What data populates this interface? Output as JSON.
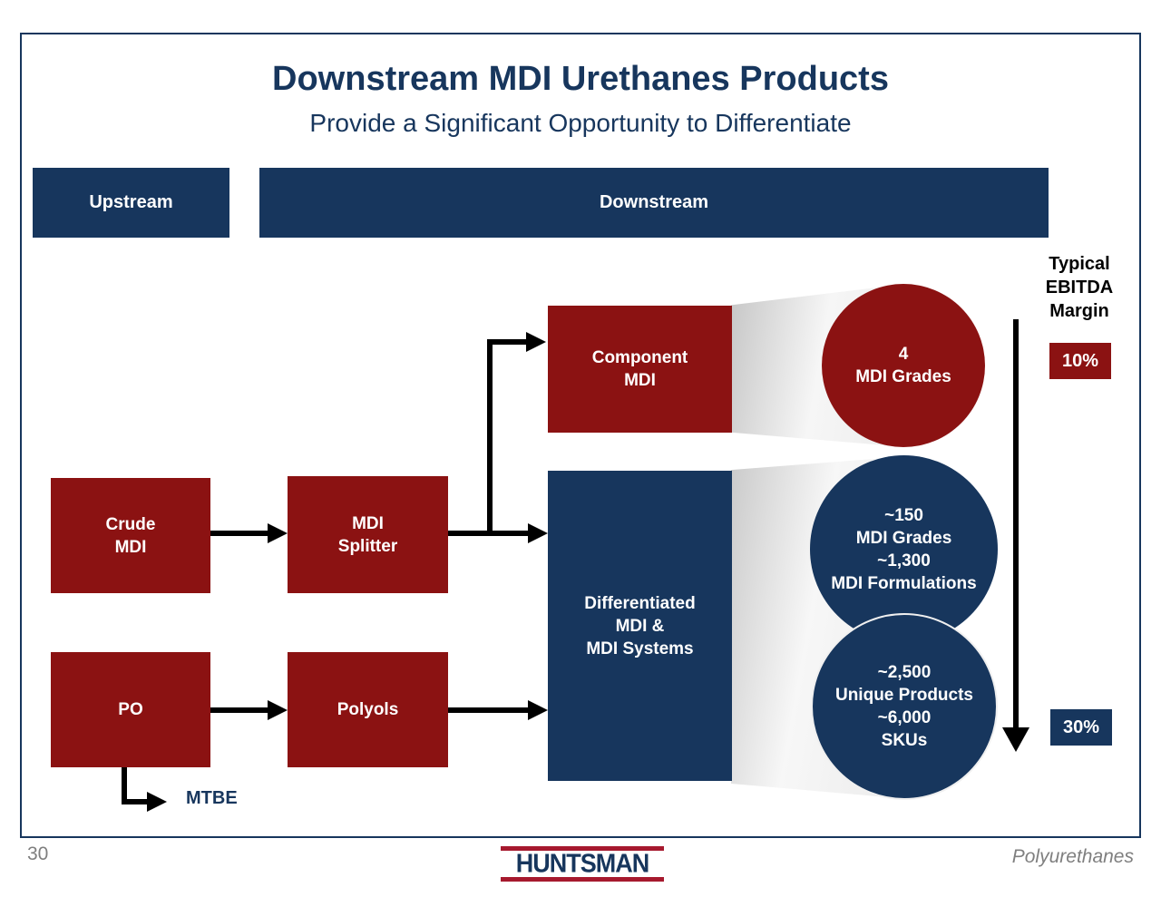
{
  "slide": {
    "title": "Downstream MDI Urethanes Products",
    "subtitle": "Provide a Significant Opportunity to Differentiate"
  },
  "bars": {
    "upstream": "Upstream",
    "downstream": "Downstream"
  },
  "ebitda": {
    "heading": "Typical\nEBITDA\nMargin",
    "top_margin": "10%",
    "bottom_margin": "30%"
  },
  "boxes": {
    "crude": "Crude\nMDI",
    "splitter": "MDI\nSplitter",
    "component": "Component\nMDI",
    "po": "PO",
    "polyols": "Polyols",
    "differentiated": "Differentiated\nMDI &\nMDI Systems"
  },
  "circles": {
    "component_grades": "4\nMDI Grades",
    "differentiated_grades": "~150\nMDI Grades\n~1,300\nMDI Formulations",
    "unique_products": "~2,500\nUnique Products\n~6,000\nSKUs"
  },
  "labels": {
    "mtbe": "MTBE"
  },
  "footer": {
    "page_number": "30",
    "logo_text": "HUNTSMAN",
    "division": "Polyurethanes"
  },
  "colors": {
    "navy": "#17365D",
    "dark_red": "#8B1212",
    "logo_red": "#A6192E",
    "arrow_black": "#000000",
    "text_gray": "#7F7F7F"
  }
}
